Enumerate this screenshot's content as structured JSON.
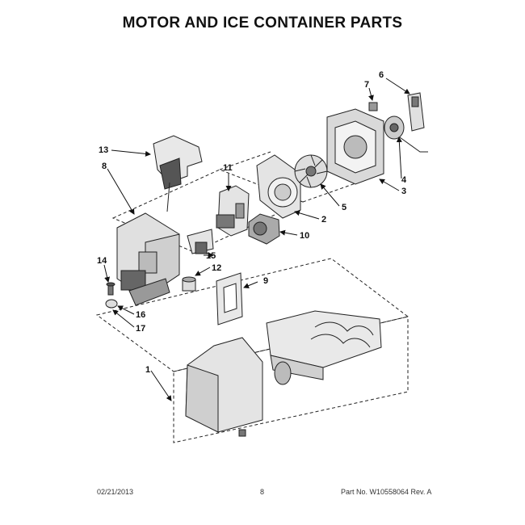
{
  "page": {
    "title": "MOTOR AND ICE CONTAINER PARTS",
    "date": "02/21/2013",
    "page_number": "8",
    "part_info": "Part No. W10558064  Rev. A"
  },
  "callouts": {
    "c1": "1",
    "c2": "2",
    "c3": "3",
    "c4": "4",
    "c5": "5",
    "c6": "6",
    "c7": "7",
    "c8": "8",
    "c9": "9",
    "c10": "10",
    "c11": "11",
    "c12": "12",
    "c13": "13",
    "c14": "14",
    "c15": "15",
    "c16": "16",
    "c17": "17"
  }
}
